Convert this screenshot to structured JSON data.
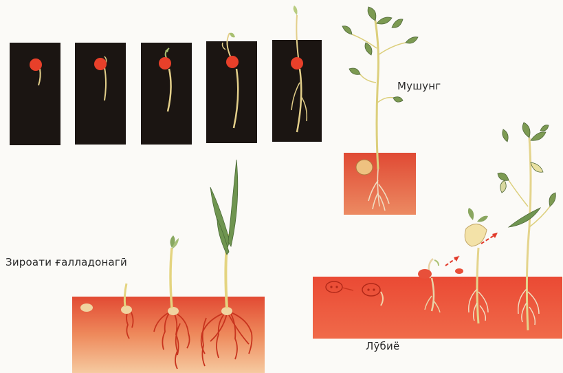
{
  "labels": {
    "mung": "Мушунг",
    "cereal": "Зироати ғалладонагӣ",
    "bean": "Лӯбиё"
  },
  "colors": {
    "dark_panel": "#1b1512",
    "seed_red": "#e8402a",
    "soil_top": "#e8543a",
    "soil_bottom": "#f3b48a",
    "stem_yellow": "#e0cf7a",
    "leaf_green": "#7c9a52",
    "root_red": "#c8341e",
    "arrow_red": "#e23a2a"
  }
}
